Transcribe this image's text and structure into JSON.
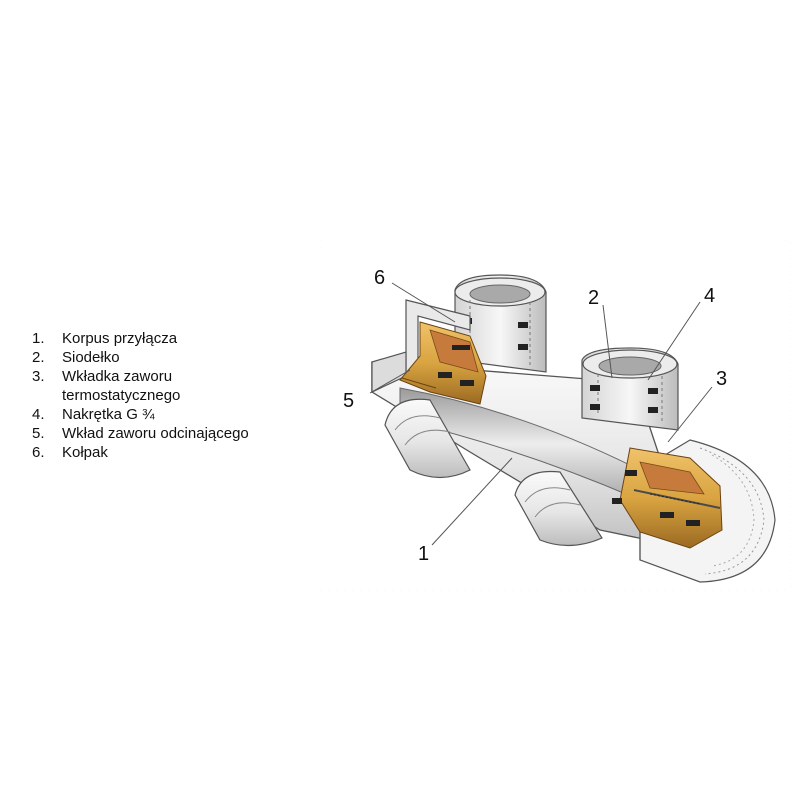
{
  "legend": {
    "items": [
      {
        "number": "1.",
        "label": "Korpus przyłącza"
      },
      {
        "number": "2.",
        "label": "Siodełko"
      },
      {
        "number": "3.",
        "label": "Wkładka zaworu\ntermostatycznego"
      },
      {
        "number": "4.",
        "label": "Nakrętka G ¾"
      },
      {
        "number": "5.",
        "label": "Wkład zaworu odcinającego"
      },
      {
        "number": "6.",
        "label": "Kołpak"
      }
    ]
  },
  "callouts": {
    "c1": "1",
    "c2": "2",
    "c3": "3",
    "c4": "4",
    "c5": "5",
    "c6": "6"
  },
  "colors": {
    "body_light": "#f2f2f2",
    "body_shade": "#c8c8c8",
    "outline": "#555555",
    "brass": "#d9a441",
    "brass_dark": "#8a5a1a",
    "copper": "#c67a3c",
    "seal": "#222222"
  }
}
